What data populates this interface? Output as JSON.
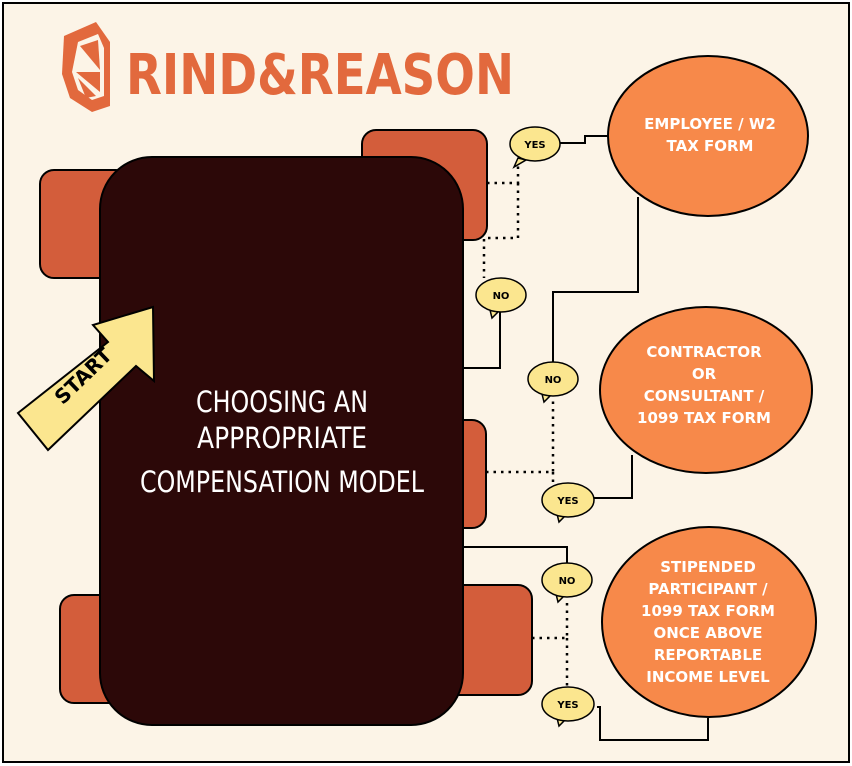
{
  "brand": {
    "name": "RIND&REASON",
    "logo_icon": "orange-slice-icon"
  },
  "start_label": "START",
  "main_title": [
    "CHOOSING AN",
    "APPROPRIATE",
    "COMPENSATION MODEL"
  ],
  "outcomes": {
    "employee": [
      "EMPLOYEE / W2",
      "TAX FORM"
    ],
    "contractor": [
      "CONTRACTOR",
      "OR",
      "CONSULTANT /",
      "1099 TAX FORM"
    ],
    "stipend": [
      "STIPENDED",
      "PARTICIPANT /",
      "1099 TAX FORM",
      "ONCE ABOVE",
      "REPORTABLE",
      "INCOME LEVEL"
    ]
  },
  "answers": {
    "yes_1": "YES",
    "no_1": "NO",
    "no_2": "NO",
    "yes_2": "YES",
    "no_3": "NO",
    "yes_3": "YES"
  },
  "colors": {
    "background": "#fcf4e7",
    "main_box": "#2c0808",
    "tab": "#d35d3b",
    "outcome": "#f7894a",
    "bubble": "#fbe68f",
    "start_arrow": "#fbe68f",
    "logo": "#e2693d"
  }
}
